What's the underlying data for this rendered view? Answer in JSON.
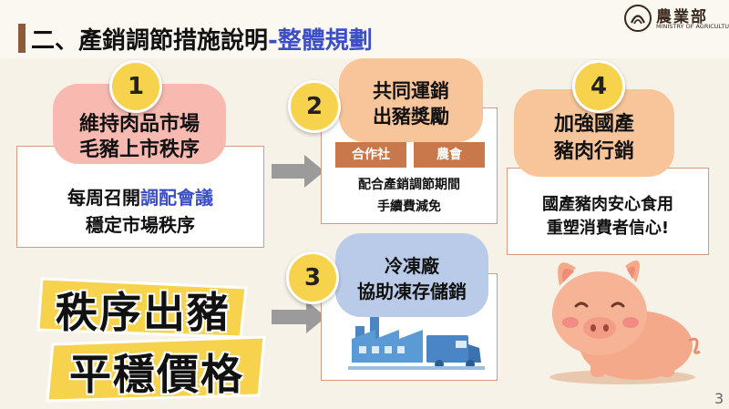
{
  "title": {
    "main": "二、產銷調節措施說明",
    "sub": "-整體規劃"
  },
  "logo": {
    "name": "農業部",
    "en": "MINISTRY OF AGRICULTURE"
  },
  "step1": {
    "num": "1",
    "heading_line1": "維持肉品市場",
    "heading_line2": "毛豬上市秩序",
    "body_pre": "每周召開",
    "body_hl": "調配會議",
    "body_line2": "穩定市場秩序"
  },
  "step2": {
    "num": "2",
    "heading_line1": "共同運銷",
    "heading_line2": "出豬獎勵",
    "tag1": "合作社",
    "tag2": "農會",
    "body_line1": "配合產銷調節期間",
    "body_line2": "手續費減免"
  },
  "step3": {
    "num": "3",
    "heading_line1": "冷凍廠",
    "heading_line2": "協助凍存儲銷"
  },
  "step4": {
    "num": "4",
    "heading_line1": "加強國產",
    "heading_line2": "豬肉行銷",
    "body_line1": "國產豬肉安心食用",
    "body_line2": "重塑消費者信心!"
  },
  "slogan": {
    "line1": "秩序出豬",
    "line2": "平穩價格"
  },
  "page_number": "3",
  "colors": {
    "accent_brown": "#8c5a3c",
    "highlight_blue": "#3c4fc8",
    "circle_yellow": "#f7d34d",
    "pill_pink": "#f7b9b0",
    "pill_peach": "#f8c49a",
    "pill_blue": "#b9cbe8"
  }
}
